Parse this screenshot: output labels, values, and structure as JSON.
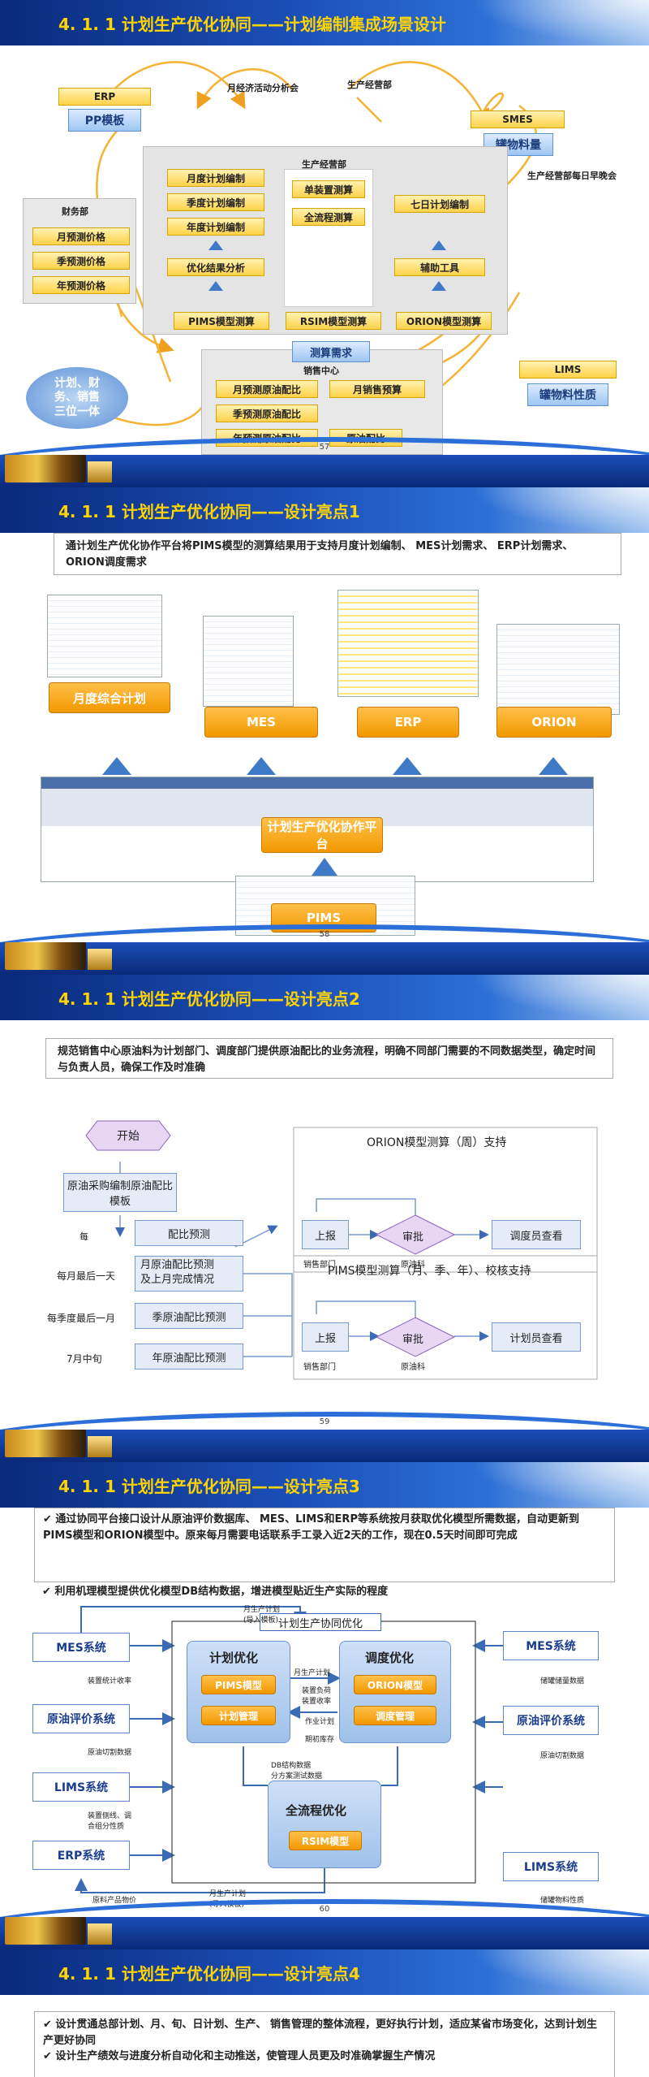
{
  "s57": {
    "title": "4. 1. 1  计划生产优化协同——计划编制集成场景设计",
    "page": "57",
    "erp": "ERP",
    "pp": "PP模板",
    "monthly_meeting": "月经济活动分析会",
    "prod_dept_top": "生产经营部",
    "smes": "SMES",
    "tank": "罐物料量",
    "daily_meeting": "生产经营部每日早晚会",
    "finance": "财务部",
    "fin_items": [
      "月预测价格",
      "季预测价格",
      "年预测价格"
    ],
    "prod_dept": "生产经营部",
    "plan_items": [
      "月度计划编制",
      "季度计划编制",
      "年度计划编制"
    ],
    "single_calc": "单装置测算",
    "full_calc": "全流程测算",
    "seven_day": "七日计划编制",
    "opt_analysis": "优化结果分析",
    "aux_tools": "辅助工具",
    "pims": "PIMS模型测算",
    "rsim": "RSIM模型测算",
    "orion": "ORION模型测算",
    "calc_demand": "测算需求",
    "sales": "销售中心",
    "sales_items": [
      "月预测原油配比",
      "季预测原油配比",
      "年预测原油配比"
    ],
    "month_sales": "月销售预算",
    "crude_ratio": "原油配比",
    "trinity": "计划、财\n务、销售\n三位一体",
    "lims": "LIMS",
    "lims_prop": "罐物料性质"
  },
  "s58": {
    "title": "4. 1. 1  计划生产优化协同——设计亮点1",
    "page": "58",
    "intro": "通计划生产优化协作平台将PIMS模型的测算结果用于支持月度计划编制、 MES计划需求、 ERP计划需求、 ORION调度需求",
    "targets": [
      "月度综合计划",
      "MES",
      "ERP",
      "ORION"
    ],
    "platform": "计划生产优化协作平台",
    "pims": "PIMS"
  },
  "s59": {
    "title": "4. 1. 1  计划生产优化协同——设计亮点2",
    "page": "59",
    "intro": "规范销售中心原油料为计划部门、调度部门提供原油配比的业务流程，明确不同部门需要的不同数据类型，确定时间与负责人员，确保工作及时准确",
    "start": "开始",
    "template": "原油采购编制原油配比模板",
    "steps": [
      "配比预测",
      "月原油配比预测\n及上月完成情况",
      "季原油配比预测",
      "年原油配比预测"
    ],
    "times": [
      "每",
      "每月最后一天",
      "每季度最后一月",
      "7月中旬"
    ],
    "orion_title": "ORION模型测算（周）支持",
    "pims_title": "PIMS模型测算（月、季、年）、校核支持",
    "report": "上报",
    "approve": "审批",
    "dispatcher": "调度员查看",
    "planner": "计划员查看",
    "sales_dept": "销售部门",
    "crude": "原油科"
  },
  "s60": {
    "title": "4. 1. 1  计划生产优化协同——设计亮点3",
    "page": "60",
    "bullet1": "通过协同平台接口设计从原油评价数据库、 MES、LIMS和ERP等系统按月获取优化模型所需数据，自动更新到PIMS模型和ORION模型中。原来每月需要电话联系手工录入近2天的工作，现在0.5天时间即可完成",
    "bullet2": "利用机理模型提供优化模型DB结构数据，增进模型贴近生产实际的程度",
    "center": "计划生产协同优化",
    "plan_opt": "计划优化",
    "pims_m": "PIMS模型",
    "plan_mgmt": "计划管理",
    "dispatch_opt": "调度优化",
    "orion_m": "ORION模型",
    "dispatch_mgmt": "调度管理",
    "full_opt": "全流程优化",
    "rsim_m": "RSIM模型",
    "left": [
      "MES系统",
      "原油评价系统",
      "LIMS系统",
      "ERP系统"
    ],
    "left_notes": [
      "装置统计收率",
      "原油切割数据",
      "装置侧线、调\n合组分性质",
      "原料产品物价"
    ],
    "right": [
      "MES系统",
      "原油评价系统",
      "LIMS系统"
    ],
    "right_notes": [
      "储罐储量数据",
      "原油切割数据",
      "储罐物料性质"
    ],
    "mid_notes": [
      "月生产计划\n(导入模板)",
      "月生产计划",
      "装置负荷\n装置收率",
      "作业计划",
      "期初库存",
      "DB结构数据\n分方案测试数据",
      "月生产计划\n(导入模板)"
    ]
  },
  "s61": {
    "title": "4. 1. 1  计划生产优化协同——设计亮点4",
    "bullet1": "设计贯通总部计划、月、旬、日计划、生产、 销售管理的整体流程，更好执行计划，适应某省市场变化，达到计划生产更好协同",
    "bullet2": "设计生产绩效与进度分析自动化和主动推送，使管理人员更及时准确掌握生产情况"
  }
}
